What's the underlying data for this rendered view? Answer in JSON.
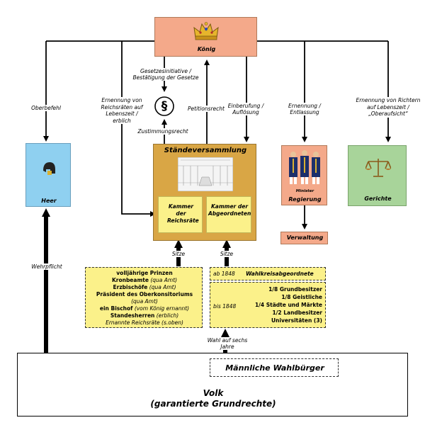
{
  "koenig": {
    "label": "König"
  },
  "heer": {
    "label": "Heer"
  },
  "staende": {
    "title": "Ständeversammlung"
  },
  "kammer_reichsraete": {
    "label": "Kammer der Reichsräte"
  },
  "kammer_abgeordnete": {
    "label": "Kammer der Abgeordneten"
  },
  "regierung": {
    "label": "Regierung",
    "minister": "Minister"
  },
  "verwaltung": {
    "label": "Verwaltung"
  },
  "gerichte": {
    "label": "Gerichte"
  },
  "edges": {
    "oberbefehl": "Oberbefehl",
    "ernennung_reichsraete": "Ernennung von Reichsräten auf Lebenszeit / erblich",
    "gesetzesinitiative": "Gesetzesinitiative / Bestätigung der Gesetze",
    "zustimmungsrecht": "Zustimmungsrecht",
    "petitionsrecht": "Petitionsrecht",
    "einberufung": "Einberufung / Auflösung",
    "ernennung_entlassung": "Ernennung / Entlassung",
    "ernennung_richter": "Ernennung von Richtern auf Lebenszeit / „Oberaufsicht“",
    "sitze_left": "Sitze",
    "sitze_right": "Sitze",
    "wehrpflicht": "Wehrpflicht",
    "wahl": "Wahl auf sechs Jahre"
  },
  "paragraph_symbol": "§",
  "reichsraete_members": [
    {
      "bold": "volljährige Prinzen",
      "note": ""
    },
    {
      "bold": "Kronbeamte",
      "note": "(qua Amt)"
    },
    {
      "bold": "Erzbischöfe",
      "note": "(qua Amt)"
    },
    {
      "bold": "Präsident des Oberkonsitoriums",
      "note": ""
    },
    {
      "bold": "",
      "note": "(qua Amt)"
    },
    {
      "bold": "ein Bischof",
      "note": "(vom König ernannt)"
    },
    {
      "bold": "Standesherren",
      "note": "(erblich)"
    },
    {
      "bold": "",
      "note": "Ernannte Reichsräte (s.oben)"
    }
  ],
  "abgeordnete": {
    "ab1848_label": "ab 1848",
    "ab1848_text": "Wahlkreisabgeordnete",
    "bis1848_label": "bis 1848",
    "bis1848_items": [
      "1/8 Grundbesitzer",
      "1/8 Geistliche",
      "1/4 Städte und Märkte",
      "1/2 Landbesitzer",
      "Universitäten (3)"
    ]
  },
  "wahlbuerger": "Männliche Wahlbürger",
  "volk": {
    "line1": "Volk",
    "line2": "(garantierte Grundrechte)"
  },
  "colors": {
    "koenig": "#f4a98a",
    "heer": "#8fd0f0",
    "staende": "#d9a645",
    "kammer": "#fbf18a",
    "regierung": "#f4a98a",
    "verwaltung": "#f4a98a",
    "gerichte": "#a8d49a",
    "dashed_fill": "#fbf18a"
  }
}
